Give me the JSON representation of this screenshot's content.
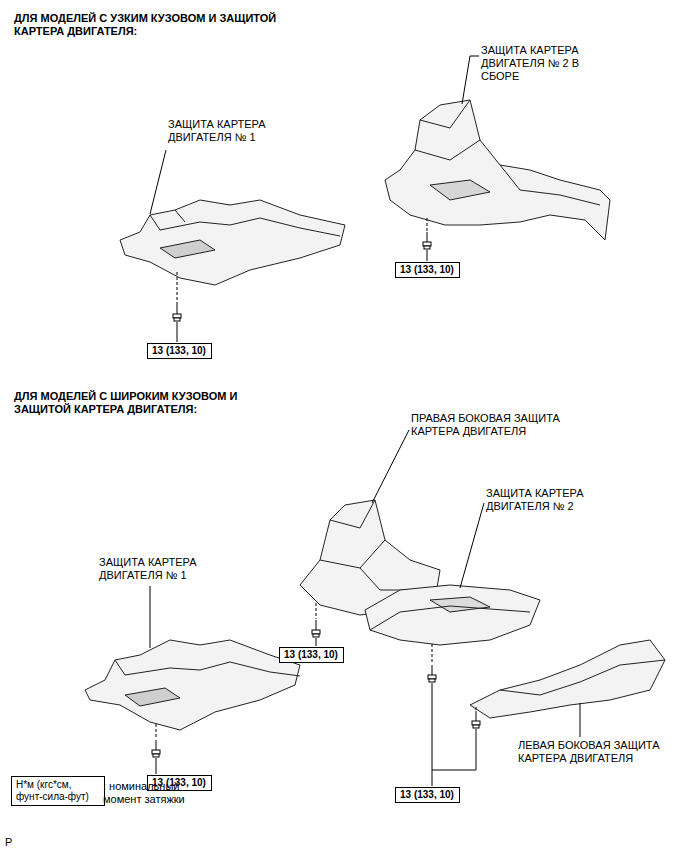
{
  "diagram": {
    "nodes": [
      {
        "text": [
          "13 (133, 10)"
        ]
      },
      {
        "text": [
          "13 (133, 10)"
        ]
      },
      {
        "text": [
          "13 (133, 10)"
        ]
      },
      {
        "text": [
          "13 (133, 10)"
        ]
      },
      {
        "text": [
          "Н*м (кгс*см, фунт-сила-фут)"
        ]
      },
      {
        "text": [
          "13 (133, 10)"
        ]
      }
    ],
    "labels": [
      "ДЛЯ МОДЕЛЕЙ С УЗКИМ КУЗОВОМ И ЗАЩИТОЙ КАРТЕРА ДВИГАТЕЛЯ:",
      "ЗАЩИТА КАРТЕРА ДВИГАТЕЛЯ № 2 В СБОРЕ",
      "ЗАЩИТА КАРТЕРА ДВИГАТЕЛЯ № 1",
      "ДЛЯ МОДЕЛЕЙ С ШИРОКИМ КУЗОВОМ И ЗАЩИТОЙ КАРТЕРА ДВИГАТЕЛЯ:",
      "ПРАВАЯ БОКОВАЯ ЗАЩИТА КАРТЕРА ДВИГАТЕЛЯ",
      "ЗАЩИТА КАРТЕРА ДВИГАТЕЛЯ № 2",
      "ЗАЩИТА КАРТЕРА ДВИГАТЕЛЯ № 1",
      "ЛЕВАЯ БОКОВАЯ ЗАЩИТА КАРТЕРА ДВИГАТЕЛЯ",
      ": номинальный момент затяжки",
      "P"
    ]
  }
}
